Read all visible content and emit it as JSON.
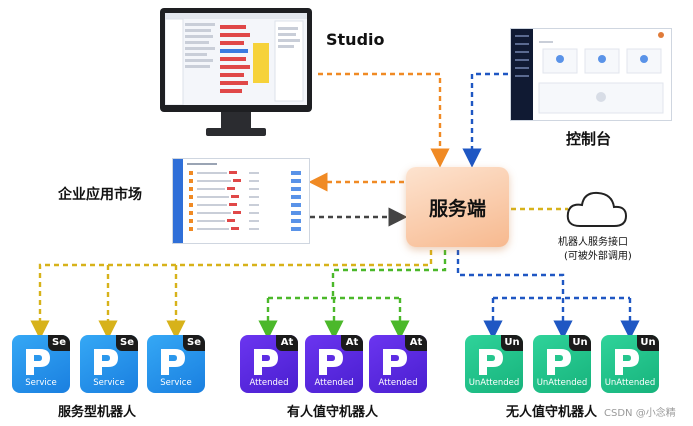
{
  "labels": {
    "studio": "Studio",
    "console": "控制台",
    "market": "企业应用市场",
    "server": "服务端",
    "robot_api": "机器人服务接口",
    "robot_api_sub": "(可被外部调用)",
    "service_group": "服务型机器人",
    "attended_group": "有人值守机器人",
    "unattended_group": "无人值守机器人",
    "watermark": "CSDN @小念精"
  },
  "robots": {
    "service": {
      "badge": "Se",
      "caption": "Service"
    },
    "attended": {
      "badge": "At",
      "caption": "Attended"
    },
    "unattended": {
      "badge": "Un",
      "caption": "UnAttended"
    }
  },
  "colors": {
    "orange": "#f08a24",
    "blue": "#1f57c3",
    "dark": "#444444",
    "yellow": "#d7b21a",
    "green": "#4bb82a",
    "service": "#1f8ef0",
    "attended": "#5a2ae6",
    "unattended": "#22c08a"
  }
}
